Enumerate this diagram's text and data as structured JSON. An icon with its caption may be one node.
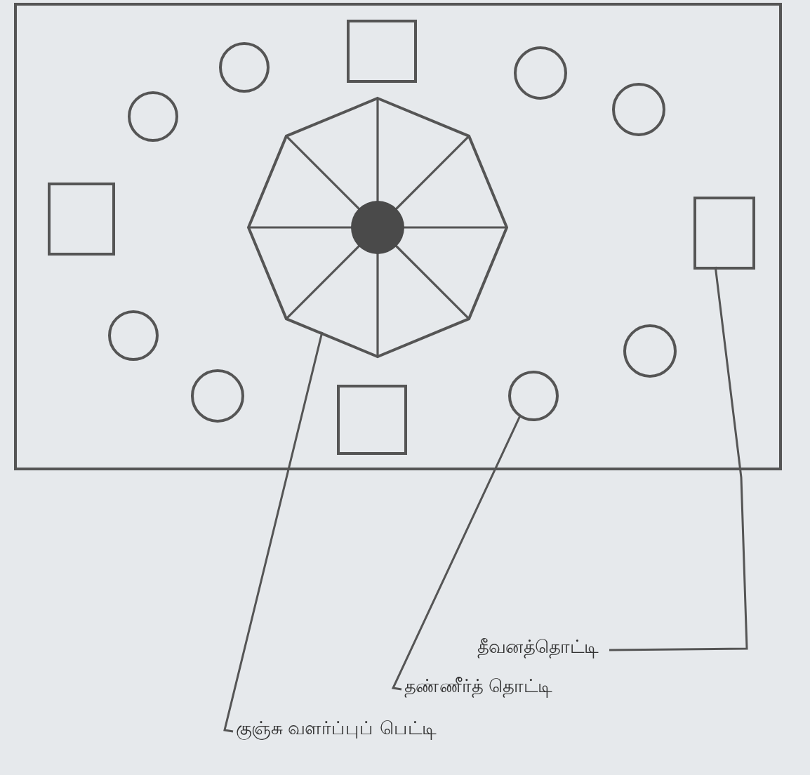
{
  "diagram": {
    "nodes": [
      {
        "text": [],
        "shape": "box"
      },
      {
        "text": [],
        "shape": "box",
        "in": 0
      },
      {
        "text": [],
        "shape": "circle",
        "in": 0
      },
      {
        "text": [],
        "shape": "circle",
        "in": 0
      },
      {
        "text": [],
        "shape": "circle",
        "in": 0
      },
      {
        "text": [],
        "shape": "circle",
        "in": 0
      },
      {
        "text": [],
        "shape": "box",
        "in": 0
      },
      {
        "text": [],
        "shape": "box",
        "in": 0
      },
      {
        "text": [],
        "shape": "octagon",
        "in": 0
      },
      {
        "text": [],
        "shape": "circle",
        "in": 0
      },
      {
        "text": [],
        "shape": "circle",
        "in": 0
      },
      {
        "text": [],
        "shape": "box",
        "in": 0
      },
      {
        "text": [],
        "shape": "circle",
        "in": 0
      },
      {
        "text": [],
        "shape": "circle",
        "in": 0
      },
      {
        "text": [
          "தீவனத்தொட்டி"
        ]
      },
      {
        "text": [
          "தண்ணீர்த் தொட்டி"
        ]
      },
      {
        "text": [
          "குஞ்சு வளர்ப்புப் பெட்டி"
        ]
      }
    ],
    "edges": [
      {
        "from": 14,
        "to": 7,
        "arrow": "none"
      },
      {
        "from": 15,
        "to": 13,
        "arrow": "none"
      },
      {
        "from": 16,
        "to": 8,
        "arrow": "none"
      }
    ]
  }
}
